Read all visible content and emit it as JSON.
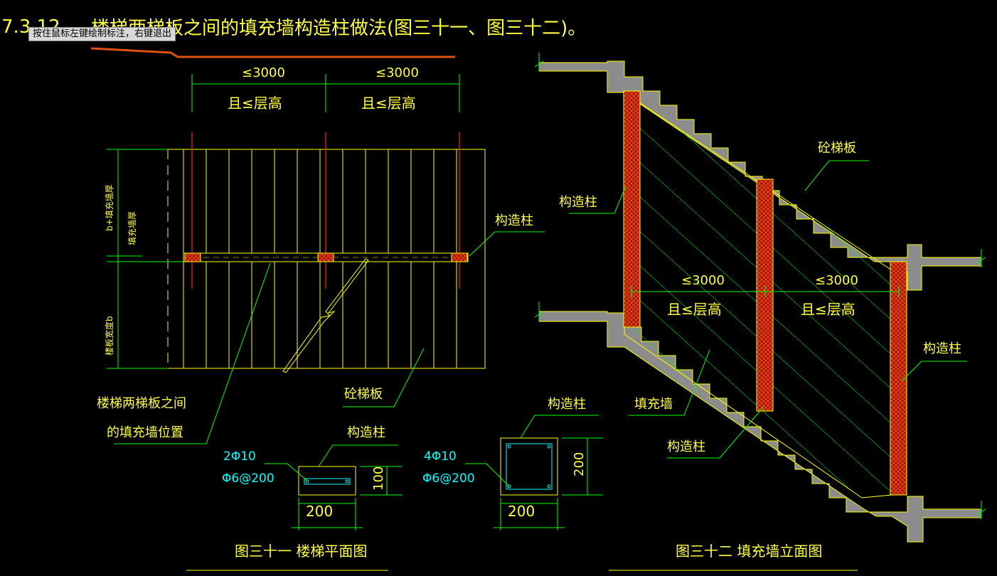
{
  "header": {
    "section_number": "7.3.12",
    "title": "楼梯两梯板之间的填充墙构造柱做法(图三十一、图三十二)。",
    "tooltip": "按住鼠标左键绘制标注，右键退出"
  },
  "plan": {
    "dim_top_1": "≤3000",
    "dim_top_2": "≤3000",
    "dim_sub_1": "且≤层高",
    "dim_sub_2": "且≤层高",
    "side_label_1": "b+填充墙厚",
    "side_label_2": "填充墙厚",
    "side_label_3": "楼板宽度b",
    "label_column": "构造柱",
    "label_wall_position_1": "楼梯两梯板之间",
    "label_wall_position_2": "的填充墙位置",
    "label_slab": "砼梯板",
    "caption": "图三十一  楼梯平面图"
  },
  "section_a": {
    "label": "构造柱",
    "rebar_main": "2Φ10",
    "rebar_tie": "Φ6@200",
    "width": "200",
    "height": "100"
  },
  "section_b": {
    "label": "构造柱",
    "rebar_main": "4Φ10",
    "rebar_tie": "Φ6@200",
    "width": "200",
    "height": "200"
  },
  "elevation": {
    "label_slab": "砼梯板",
    "label_column_left": "构造柱",
    "label_column_right": "构造柱",
    "label_column_bottom": "构造柱",
    "label_wall": "填充墙",
    "dim_1": "≤3000",
    "dim_2": "≤3000",
    "dim_sub_1": "且≤层高",
    "dim_sub_2": "且≤层高",
    "caption": "图三十二  填充墙立面图"
  },
  "colors": {
    "background": "#000000",
    "line_yellow": "#ffff00",
    "line_green": "#00ff00",
    "text_yellow": "#ffff40",
    "text_cyan": "#00ffff",
    "slab_gray": "#8c8c8c",
    "column_red": "#c0200a",
    "accent_orange": "#e05010"
  }
}
